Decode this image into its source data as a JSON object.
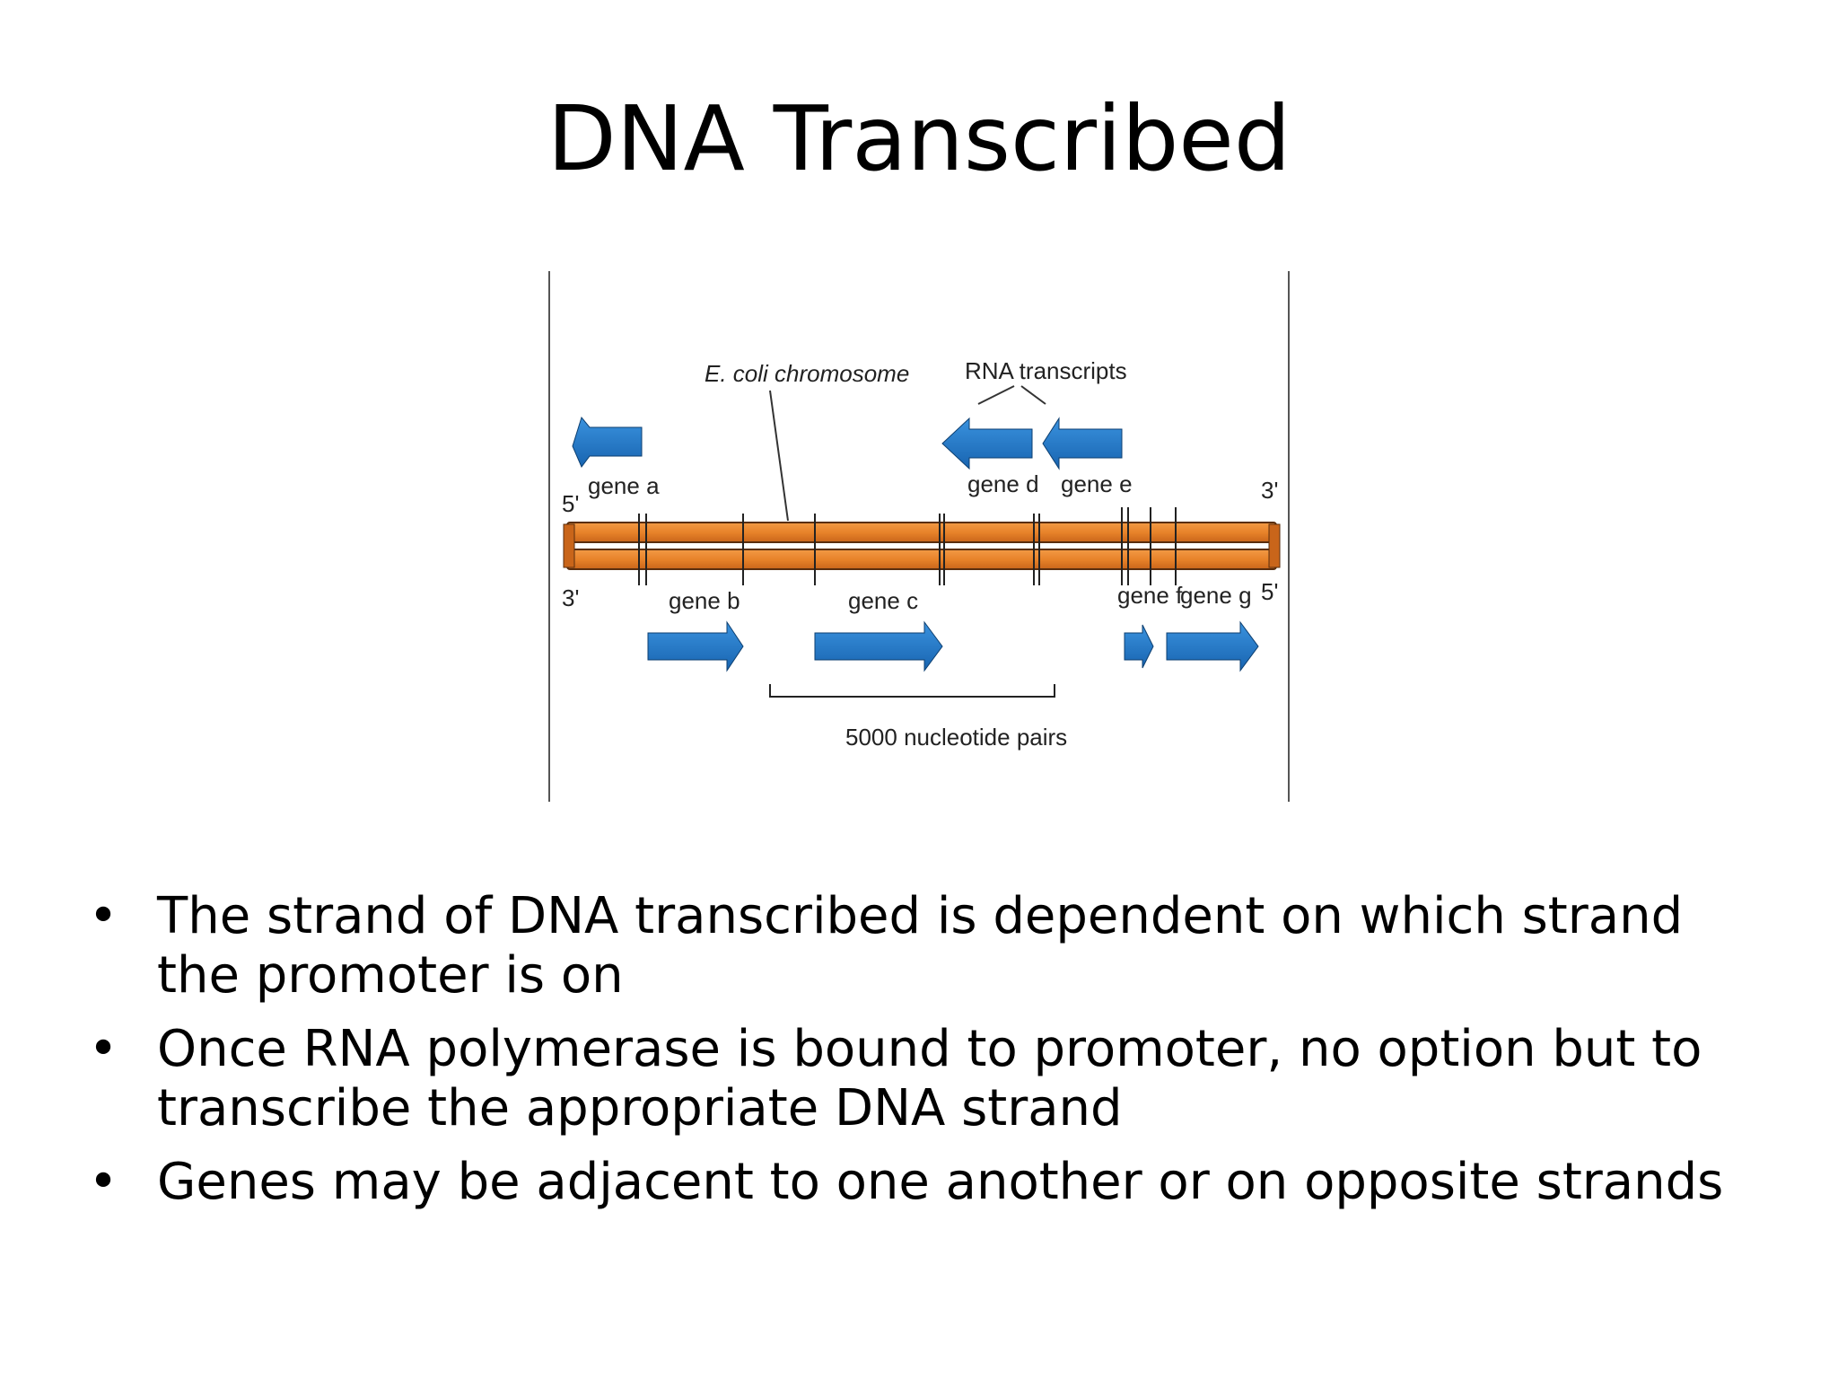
{
  "slide": {
    "title": "DNA Transcribed",
    "bullet_symbol": "•",
    "bullets": [
      "The strand of DNA transcribed is dependent on which strand the promoter is on",
      "Once RNA polymerase is bound to promoter, no option but to transcribe the appropriate DNA strand",
      "Genes may be adjacent to one another or on opposite strands"
    ]
  },
  "figure": {
    "chromosome_label": "E. coli chromosome",
    "transcripts_label": "RNA transcripts",
    "scale_label": "5000 nucleotide pairs",
    "end_labels": {
      "top_left": "5'",
      "bottom_left": "3'",
      "top_right": "3'",
      "bottom_right": "5'"
    },
    "genes": {
      "a": "gene a",
      "b": "gene b",
      "c": "gene c",
      "d": "gene d",
      "e": "gene e",
      "f": "gene f",
      "g": "gene g"
    },
    "colors": {
      "dna_strand": "#E8832A",
      "dna_outline": "#5a2e0e",
      "rna_arrow": "#1E78C8",
      "rna_arrow_outline": "#0d3f70"
    }
  }
}
